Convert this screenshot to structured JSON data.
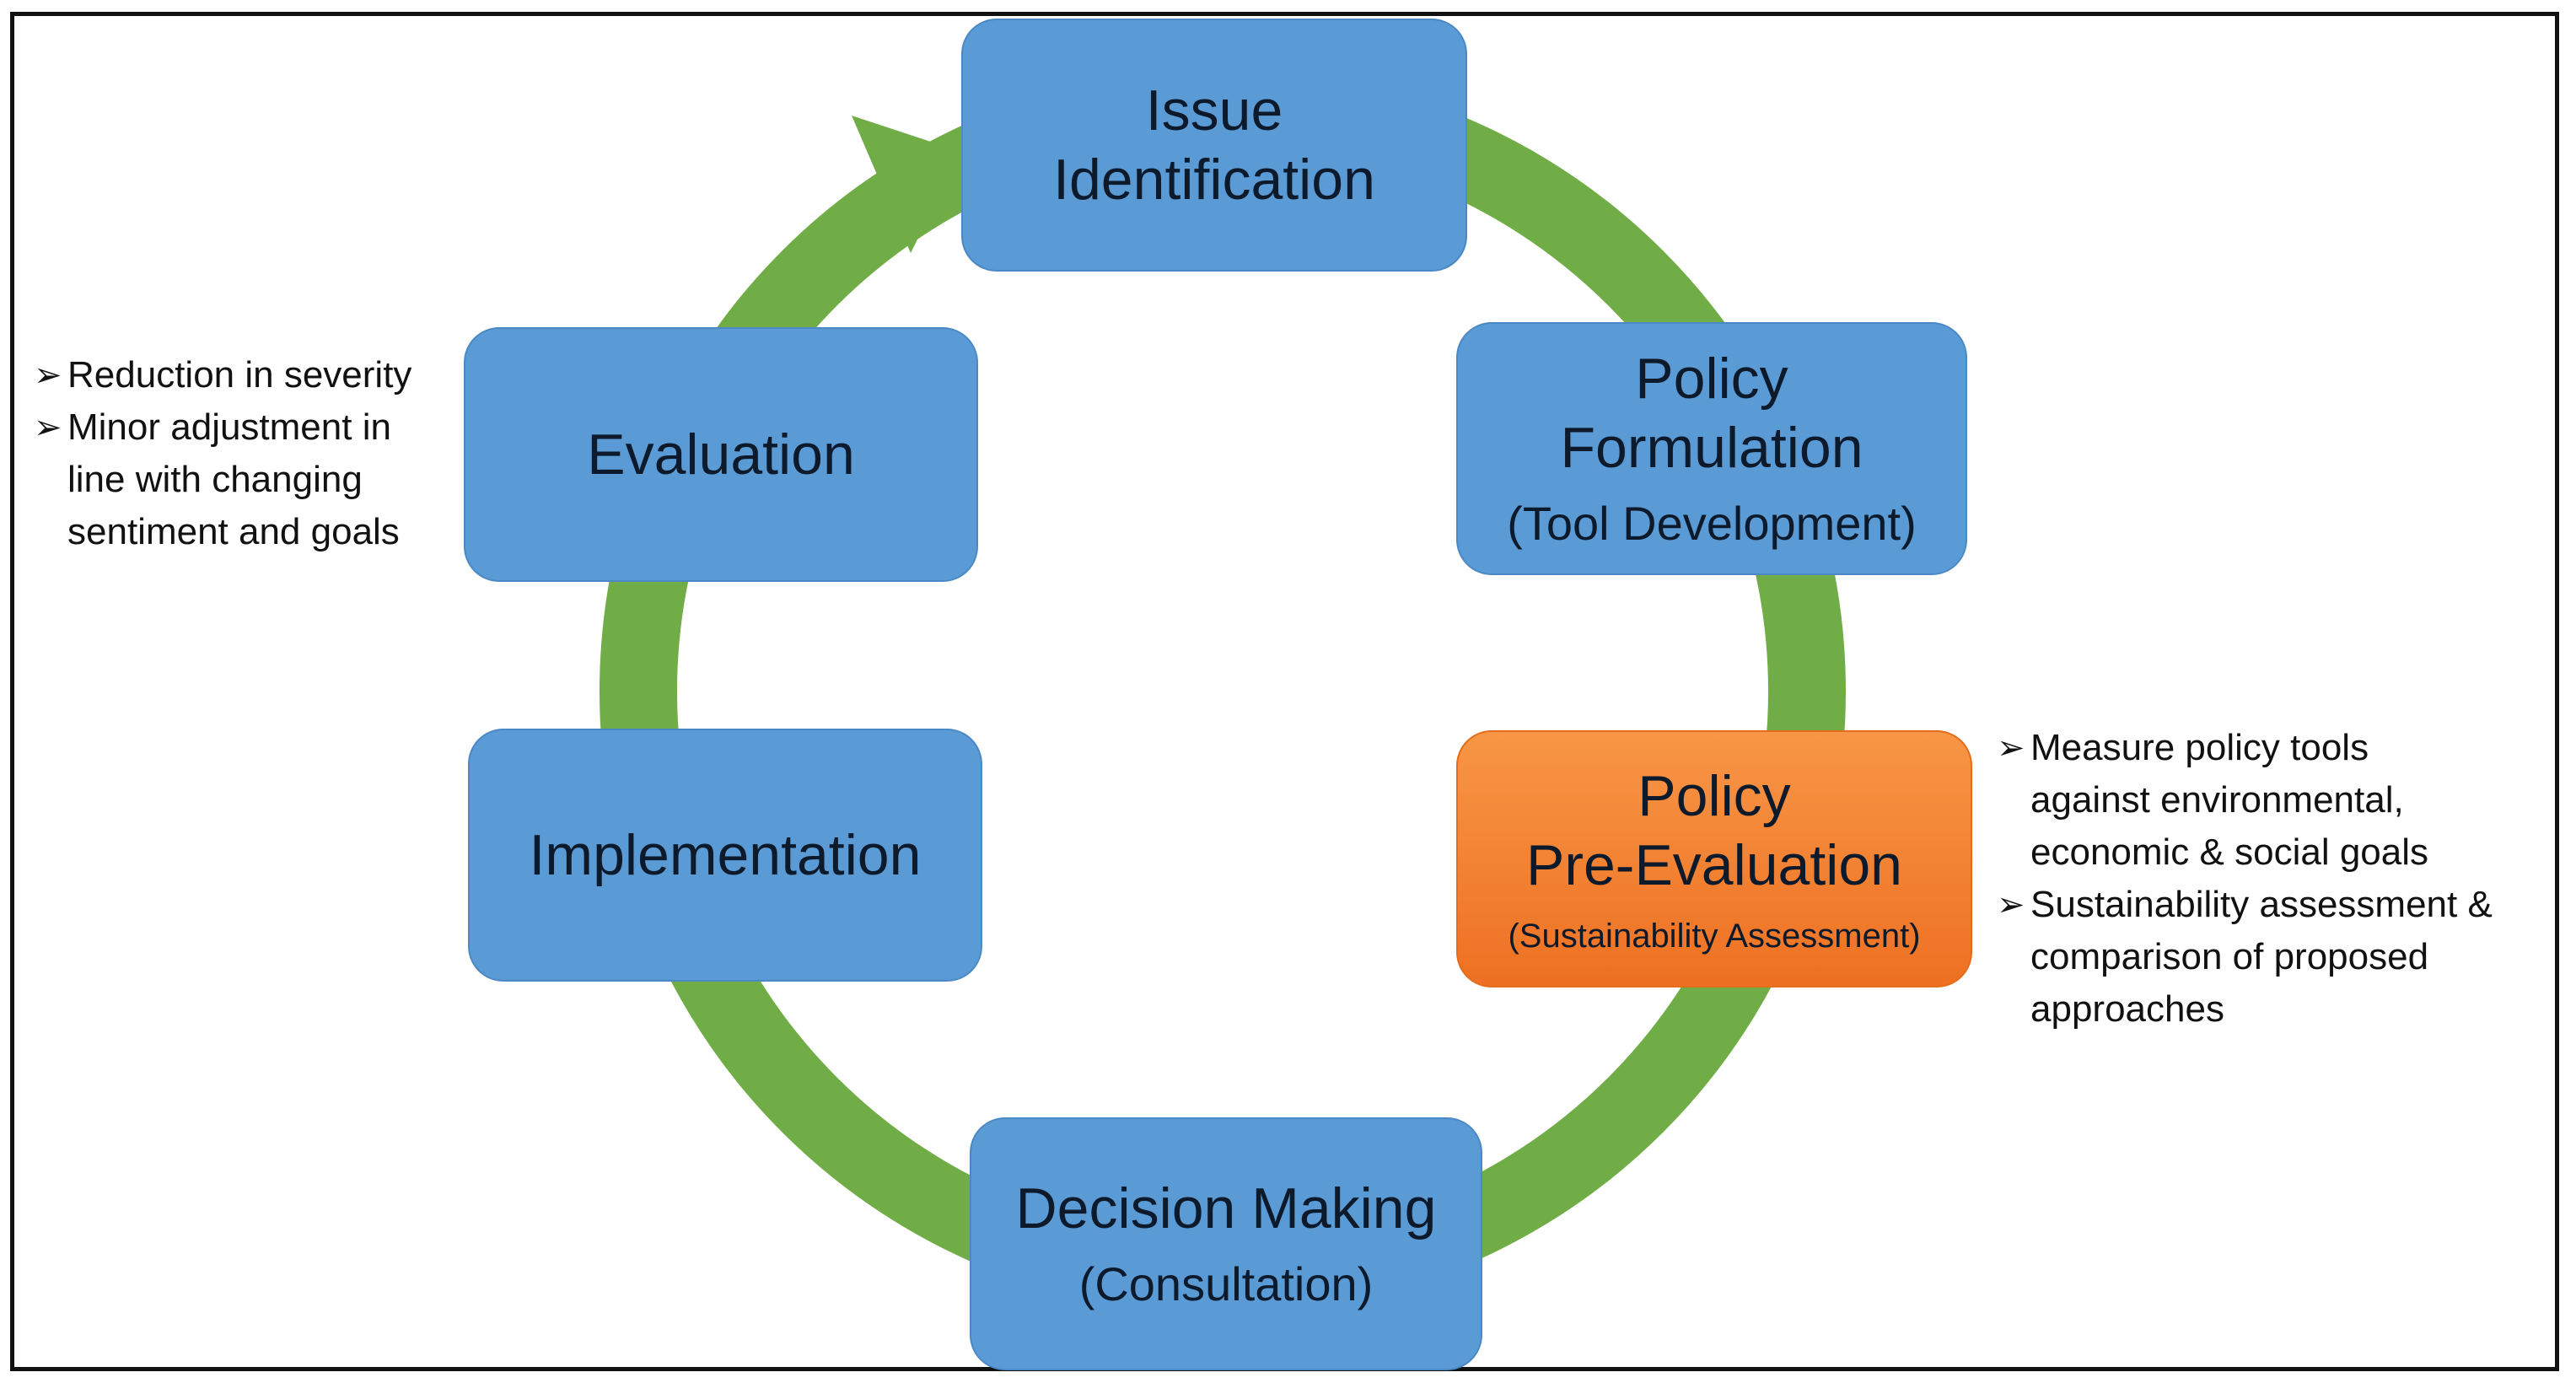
{
  "diagram": {
    "title": "",
    "accent_colors": {
      "stage": "#5b9bd5",
      "highlight": "#f79646",
      "cycle_arrow": "#70ad47"
    },
    "stages": [
      {
        "id": "issue",
        "title_lines": [
          "Issue",
          "Identification"
        ]
      },
      {
        "id": "formulation",
        "title_lines": [
          "Policy",
          "Formulation"
        ],
        "subtitle": "(Tool Development)"
      },
      {
        "id": "pre-evaluation",
        "title_lines": [
          "Policy",
          "Pre-Evaluation"
        ],
        "subtitle": "(Sustainability Assessment)",
        "highlight": true
      },
      {
        "id": "decision",
        "title_lines": [
          "Decision Making"
        ],
        "subtitle": "(Consultation)"
      },
      {
        "id": "implementation",
        "title_lines": [
          "Implementation"
        ]
      },
      {
        "id": "evaluation",
        "title_lines": [
          "Evaluation"
        ]
      }
    ],
    "notes": {
      "evaluation": {
        "bullet_icon": "arrowhead-bullet-icon",
        "items": [
          {
            "lines": [
              "Reduction in severity"
            ]
          },
          {
            "lines": [
              "Minor adjustment in",
              "line with changing",
              "sentiment and goals"
            ]
          }
        ]
      },
      "pre_evaluation": {
        "bullet_icon": "arrowhead-bullet-icon",
        "items": [
          {
            "lines": [
              "Measure policy tools",
              "against environmental,",
              "economic & social goals"
            ]
          },
          {
            "lines": [
              "Sustainability assessment &",
              "comparison of proposed",
              "approaches"
            ]
          }
        ]
      }
    }
  }
}
